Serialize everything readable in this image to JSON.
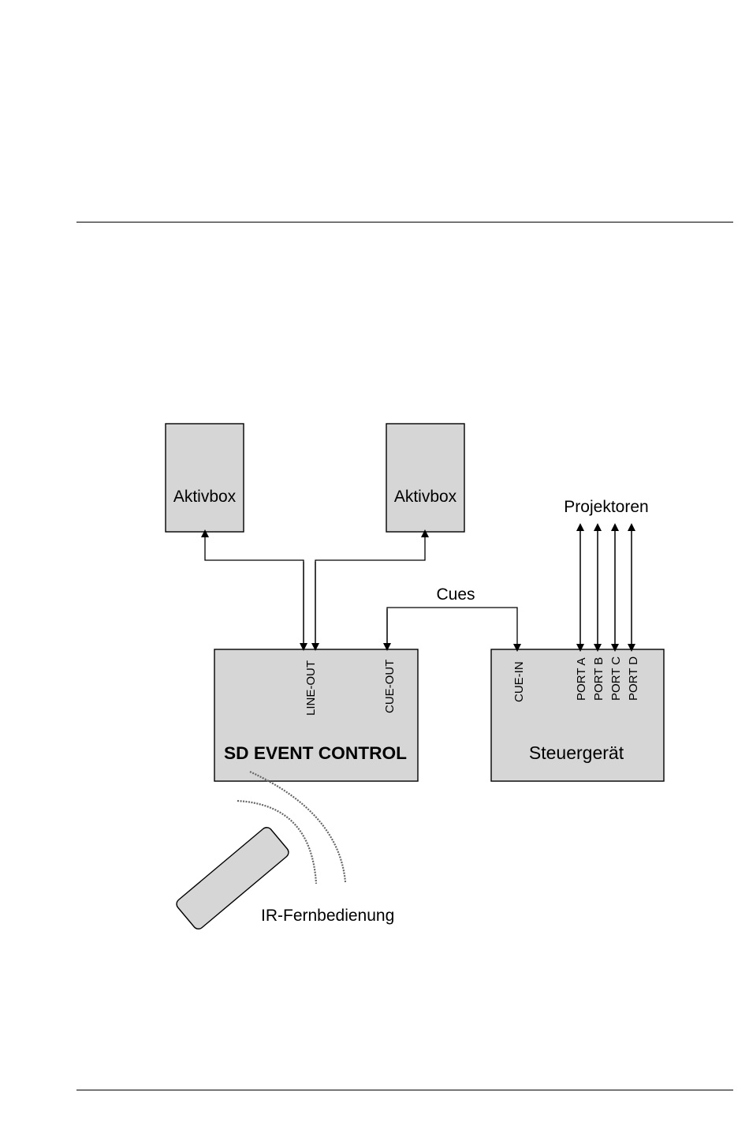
{
  "diagram": {
    "aktivbox_left": "Aktivbox",
    "aktivbox_right": "Aktivbox",
    "projektoren": "Projektoren",
    "cues": "Cues",
    "line_out": "LINE-OUT",
    "cue_out": "CUE-OUT",
    "sd_event_control": "SD EVENT CONTROL",
    "cue_in": "CUE-IN",
    "ports": [
      "PORT A",
      "PORT B",
      "PORT C",
      "PORT D"
    ],
    "steuergeraet": "Steuergerät",
    "ir_remote": "IR-Fernbedienung"
  }
}
